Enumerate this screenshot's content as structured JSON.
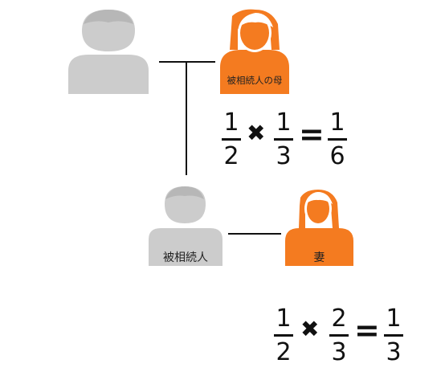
{
  "people": {
    "grandparent_male": {
      "icon": "male-person-icon",
      "color": "#cccccc"
    },
    "mother": {
      "label": "被相続人の母",
      "icon": "female-person-icon",
      "color": "#f47b20"
    },
    "deceased": {
      "label": "被相続人",
      "icon": "male-person-icon",
      "color": "#cccccc"
    },
    "wife": {
      "label": "妻",
      "icon": "female-person-icon",
      "color": "#f47b20"
    }
  },
  "formulas": {
    "mother_share": {
      "a": {
        "num": "1",
        "den": "2"
      },
      "op": "✖",
      "b": {
        "num": "1",
        "den": "3"
      },
      "eq": "=",
      "result": {
        "num": "1",
        "den": "6"
      }
    },
    "wife_share": {
      "a": {
        "num": "1",
        "den": "2"
      },
      "op": "✖",
      "b": {
        "num": "2",
        "den": "3"
      },
      "eq": "=",
      "result": {
        "num": "1",
        "den": "3"
      }
    }
  }
}
